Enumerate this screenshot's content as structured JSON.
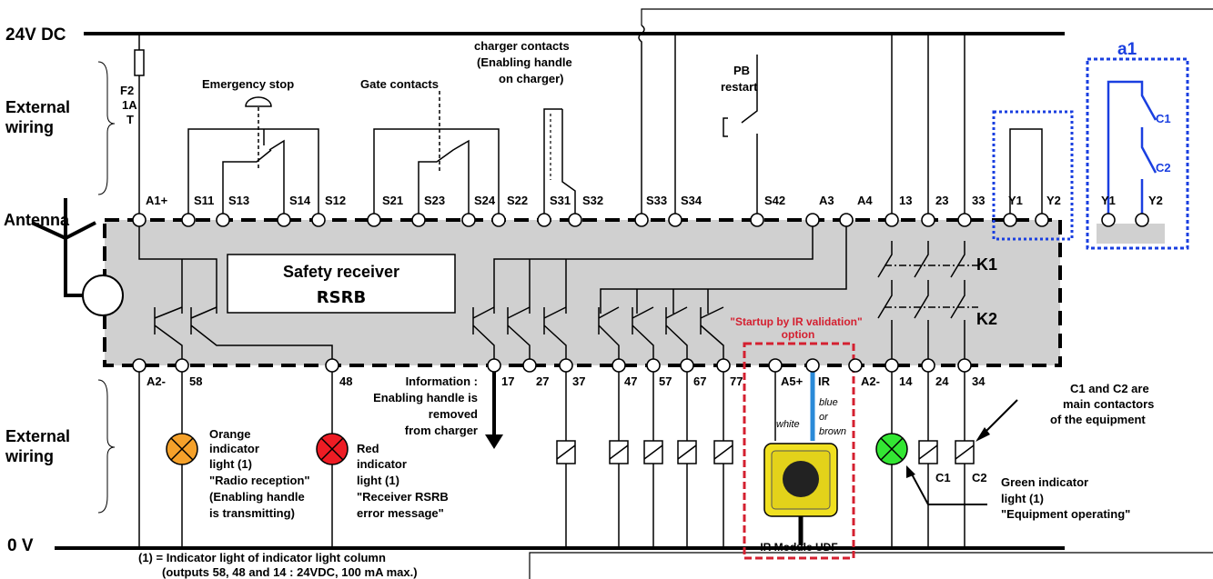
{
  "rails": {
    "supply": "24V DC",
    "ground": "0 V"
  },
  "fuse": [
    "F2",
    "1A",
    "T"
  ],
  "side": {
    "ext1": [
      "External",
      "wiring"
    ],
    "ext2": [
      "External",
      "wiring"
    ],
    "antenna": "Antenna"
  },
  "labels": {
    "estop": "Emergency stop",
    "gate": "Gate contacts",
    "charger": [
      "charger contacts",
      "(Enabling handle",
      "on charger)"
    ],
    "pb": [
      "PB",
      "restart"
    ],
    "a1": "a1",
    "c1": "C1",
    "c2": "C2",
    "k1": "K1",
    "k2": "K2"
  },
  "receiver": {
    "line1": "Safety receiver",
    "line2": "RSRB"
  },
  "top_terminals": [
    "A1+",
    "S11",
    "S13",
    "S14",
    "S12",
    "S21",
    "S23",
    "S24",
    "S22",
    "S31",
    "S32",
    "S33",
    "S34",
    "S42",
    "A3",
    "A4",
    "13",
    "23",
    "33",
    "Y1",
    "Y2"
  ],
  "a1_terminals": [
    "Y1",
    "Y2"
  ],
  "bottom_terminals": [
    "A2-",
    "58",
    "48",
    "17",
    "27",
    "37",
    "47",
    "57",
    "67",
    "77",
    "A5+",
    "IR",
    "A2-",
    "14",
    "24",
    "34"
  ],
  "ir_option": [
    "\"Startup by IR validation\"",
    "option"
  ],
  "wire_colors": {
    "white": "white",
    "blue": "blue",
    "or": "or",
    "brown": "brown"
  },
  "info": [
    "Information :",
    "Enabling handle is",
    "removed",
    "from charger"
  ],
  "orange_light": [
    "Orange",
    "indicator",
    "light (1)",
    "\"Radio reception\"",
    "(Enabling handle",
    "is transmitting)"
  ],
  "red_light": [
    "Red",
    "indicator",
    "light (1)",
    "\"Receiver RSRB",
    "error message\""
  ],
  "green_light": [
    "Green indicator",
    "light (1)",
    "\"Equipment operating\""
  ],
  "contactors_note": [
    "C1 and C2 are",
    "main contactors",
    "of the equipment"
  ],
  "coil_labels": [
    "C1",
    "C2"
  ],
  "ir_module": "IR Module UDF",
  "footnote": [
    "(1) = Indicator light of indicator light column",
    "(outputs 58, 48 and 14 : 24VDC, 100 mA max.)"
  ],
  "colors": {
    "orange": "#f5a12a",
    "red": "#ee1c24",
    "green": "#33e633",
    "blue": "#1a3fe0",
    "dashed_red": "#d42030",
    "housing": "#d0d0d0"
  }
}
